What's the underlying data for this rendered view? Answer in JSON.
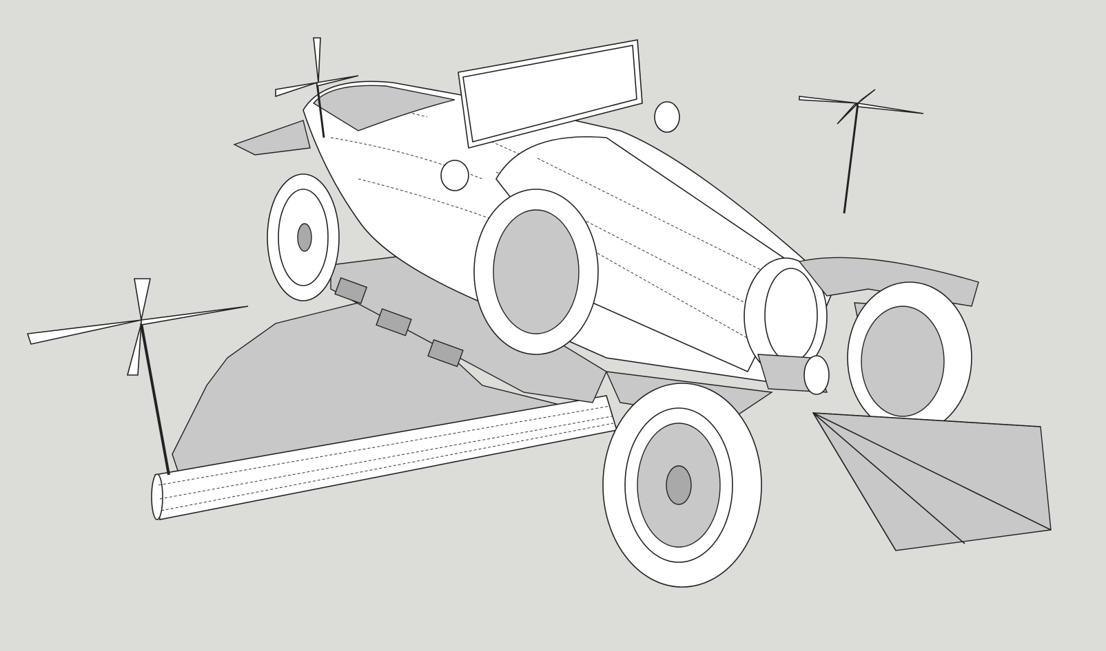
{
  "viewport": {
    "colors": {
      "background": "#dcdcd8",
      "shadow": "#c6c6c6",
      "surface": "#ffffff",
      "edges": "#222222"
    },
    "icons": [
      "propeller",
      "wheel",
      "wing",
      "windscreen",
      "headlamp"
    ]
  }
}
